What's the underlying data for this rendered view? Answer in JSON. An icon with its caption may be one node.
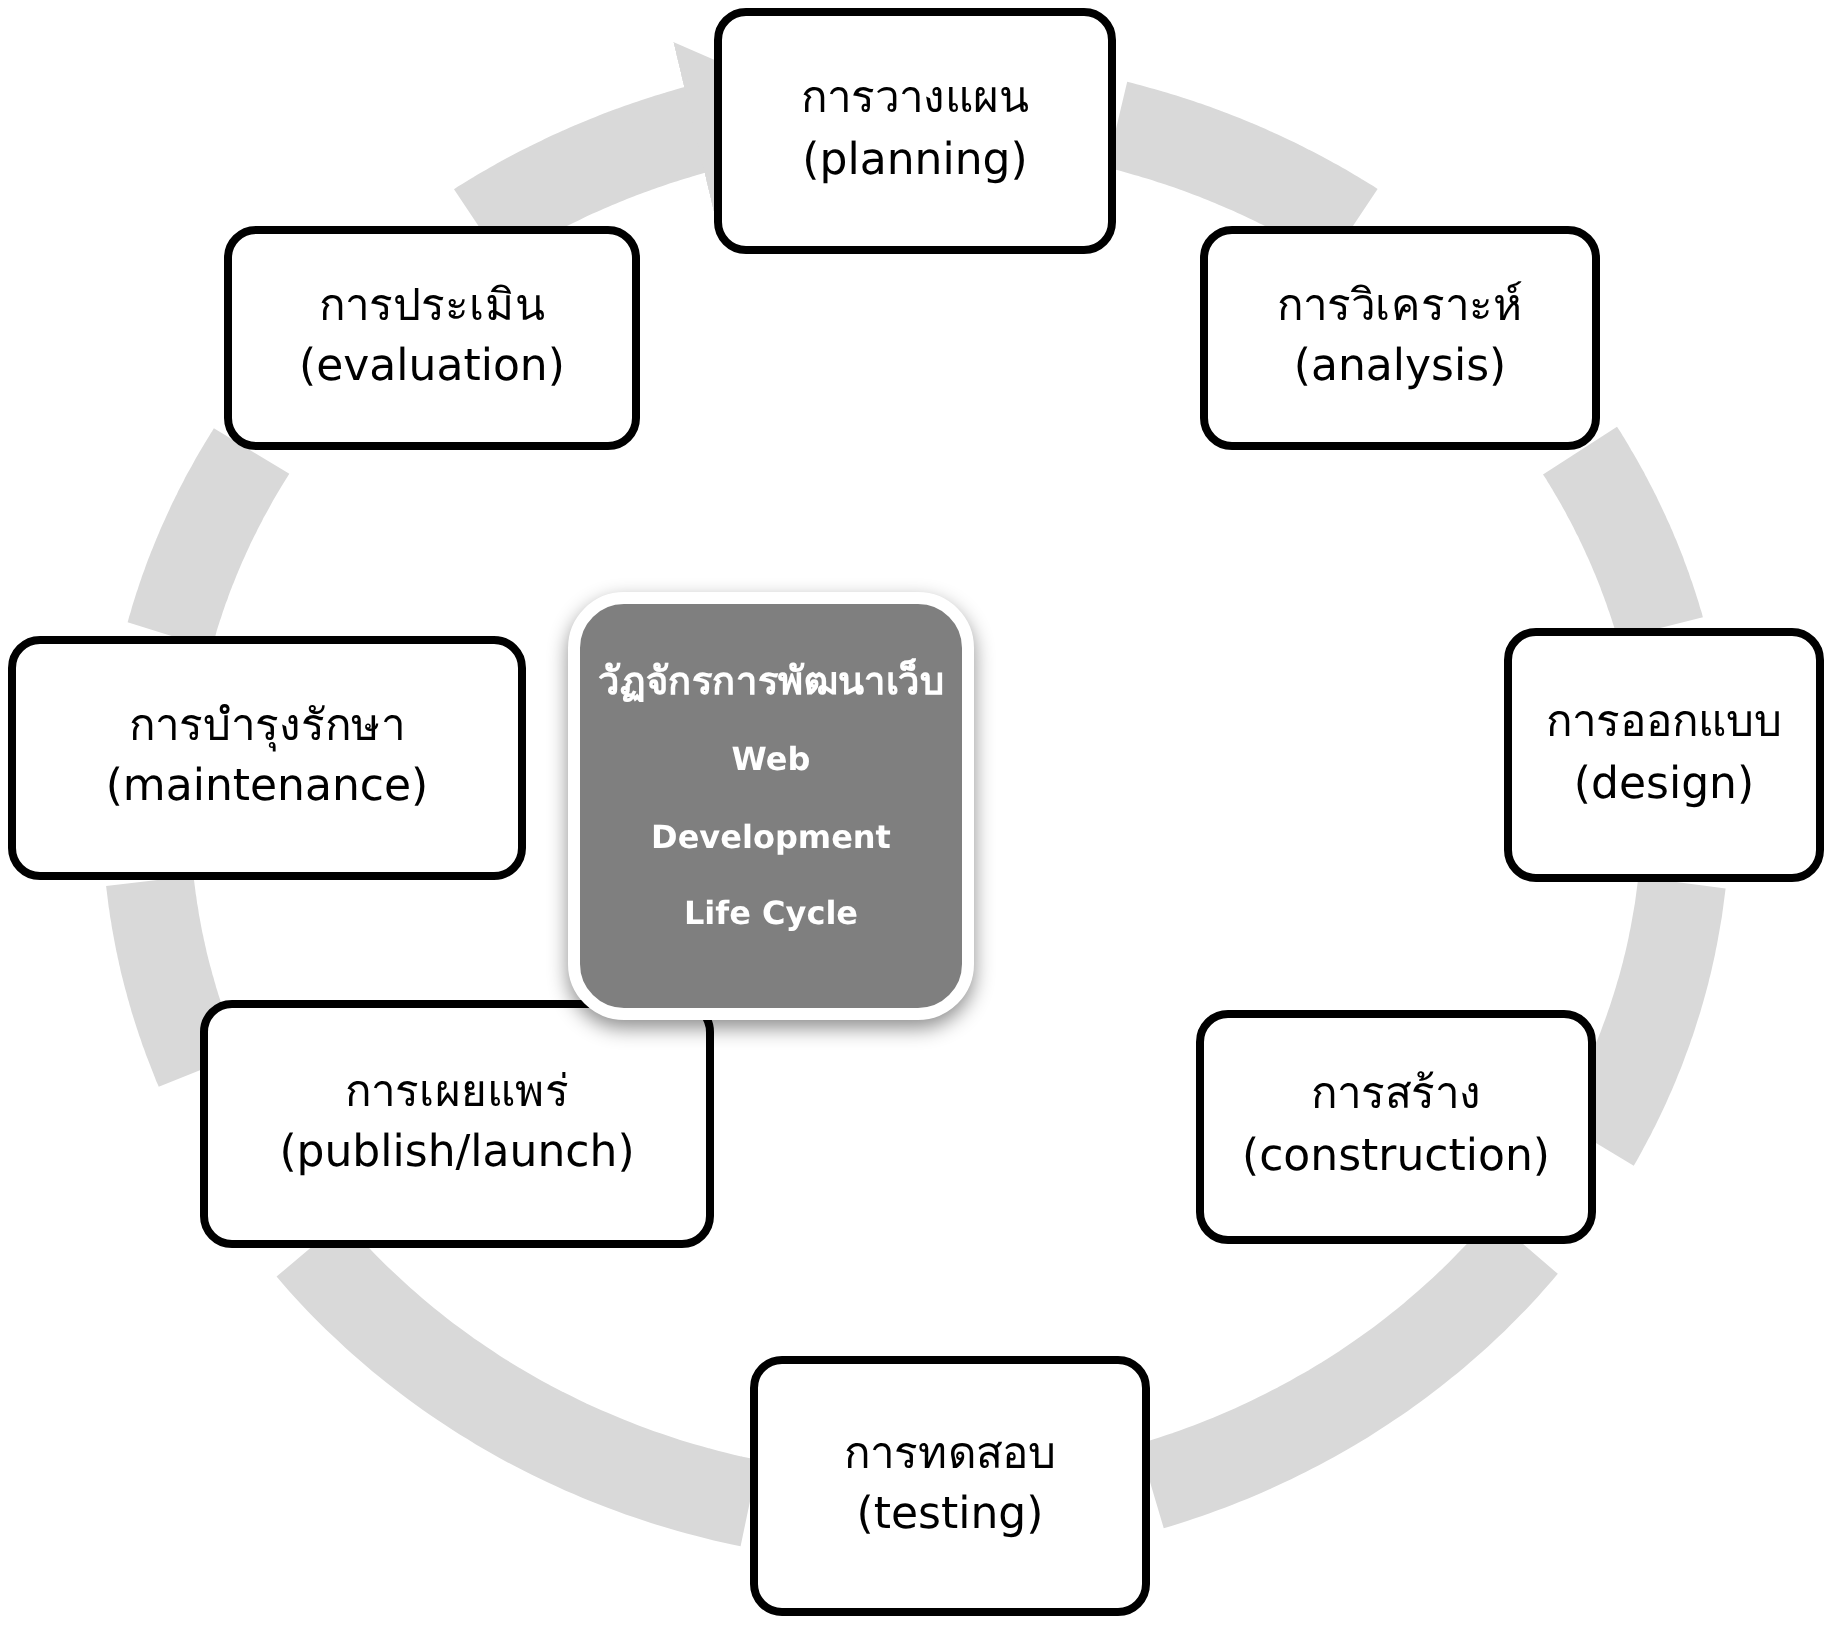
{
  "diagram": {
    "nodes": [
      {
        "text": [
          "การวางแผน",
          "(planning)"
        ]
      },
      {
        "text": [
          "การวิเคราะห์",
          "(analysis)"
        ]
      },
      {
        "text": [
          "การออกแบบ",
          "(design)"
        ]
      },
      {
        "text": [
          "การสร้าง",
          "(construction)"
        ]
      },
      {
        "text": [
          "การทดสอบ",
          "(testing)"
        ]
      },
      {
        "text": [
          "การเผยแพร่",
          "(publish/launch)"
        ]
      },
      {
        "text": [
          "การบำรุงรักษา",
          "(maintenance)"
        ]
      },
      {
        "text": [
          "การประเมิน",
          "(evaluation)"
        ]
      },
      {
        "text": [
          "วัฏจักรการพัฒนาเว็บ",
          "Web Development Life Cycle"
        ]
      }
    ],
    "edges": [
      {
        "from": 0,
        "to": 1,
        "arrow": "none"
      },
      {
        "from": 1,
        "to": 2,
        "arrow": "none"
      },
      {
        "from": 2,
        "to": 3,
        "arrow": "none"
      },
      {
        "from": 3,
        "to": 4,
        "arrow": "none"
      },
      {
        "from": 4,
        "to": 5,
        "arrow": "none"
      },
      {
        "from": 5,
        "to": 6,
        "arrow": "none"
      },
      {
        "from": 6,
        "to": 7,
        "arrow": "none"
      },
      {
        "from": 7,
        "to": 0,
        "arrow": "to"
      }
    ]
  }
}
